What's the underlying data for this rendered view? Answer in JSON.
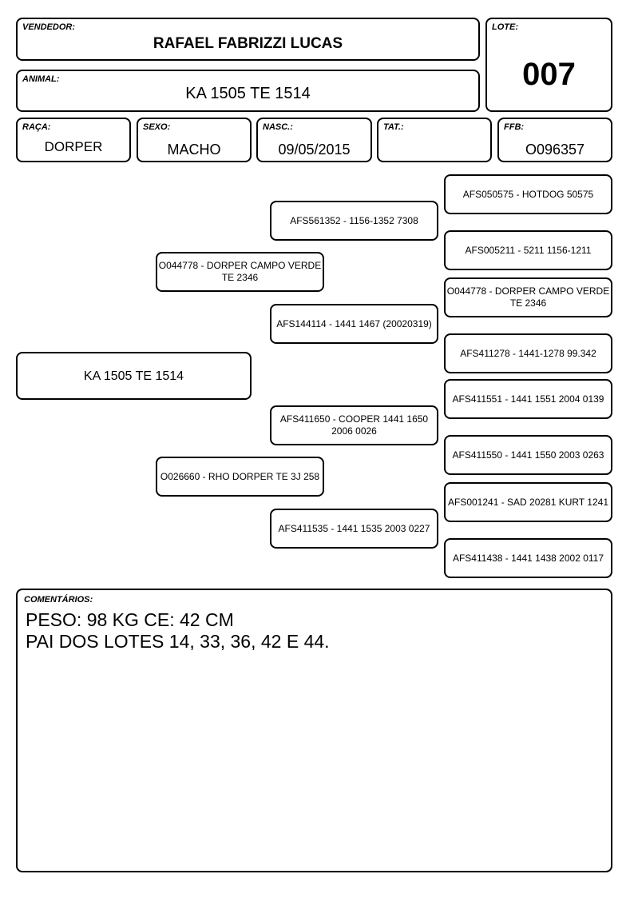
{
  "header": {
    "vendedor_label": "VENDEDOR:",
    "vendedor": "RAFAEL FABRIZZI LUCAS",
    "lote_label": "LOTE:",
    "lote": "007",
    "animal_label": "ANIMAL:",
    "animal": "KA 1505 TE 1514"
  },
  "fields": {
    "raca_label": "RAÇA:",
    "raca": "DORPER",
    "sexo_label": "SEXO:",
    "sexo": "MACHO",
    "nasc_label": "NASC.:",
    "nasc": "09/05/2015",
    "tat_label": "TAT.:",
    "tat": "",
    "ffb_label": "FFB:",
    "ffb": "O096357"
  },
  "pedigree": {
    "animal": "KA 1505 TE 1514",
    "sire": "O044778 - DORPER CAMPO VERDE TE 2346",
    "dam": "O026660 - RHO DORPER TE 3J 258",
    "sire_sire": "AFS561352 - 1156-1352 7308",
    "sire_dam": "AFS144114 - 1441 1467 (20020319)",
    "dam_sire": "AFS411650 - COOPER 1441 1650 2006 0026",
    "dam_dam": "AFS411535 - 1441 1535 2003 0227",
    "ggp": [
      "AFS050575 - HOTDOG 50575",
      "AFS005211 - 5211 1156-1211",
      "O044778 - DORPER CAMPO VERDE TE 2346",
      "AFS411278 - 1441-1278 99.342",
      "AFS411551 - 1441 1551 2004 0139",
      "AFS411550 - 1441 1550 2003 0263",
      "AFS001241 - SAD 20281 KURT 1241",
      "AFS411438 - 1441 1438 2002 0117"
    ]
  },
  "comments": {
    "label": "COMENTÁRIOS:",
    "lines": [
      "PESO: 98 KG CE: 42 CM",
      "PAI DOS LOTES 14, 33, 36, 42 E 44."
    ]
  }
}
